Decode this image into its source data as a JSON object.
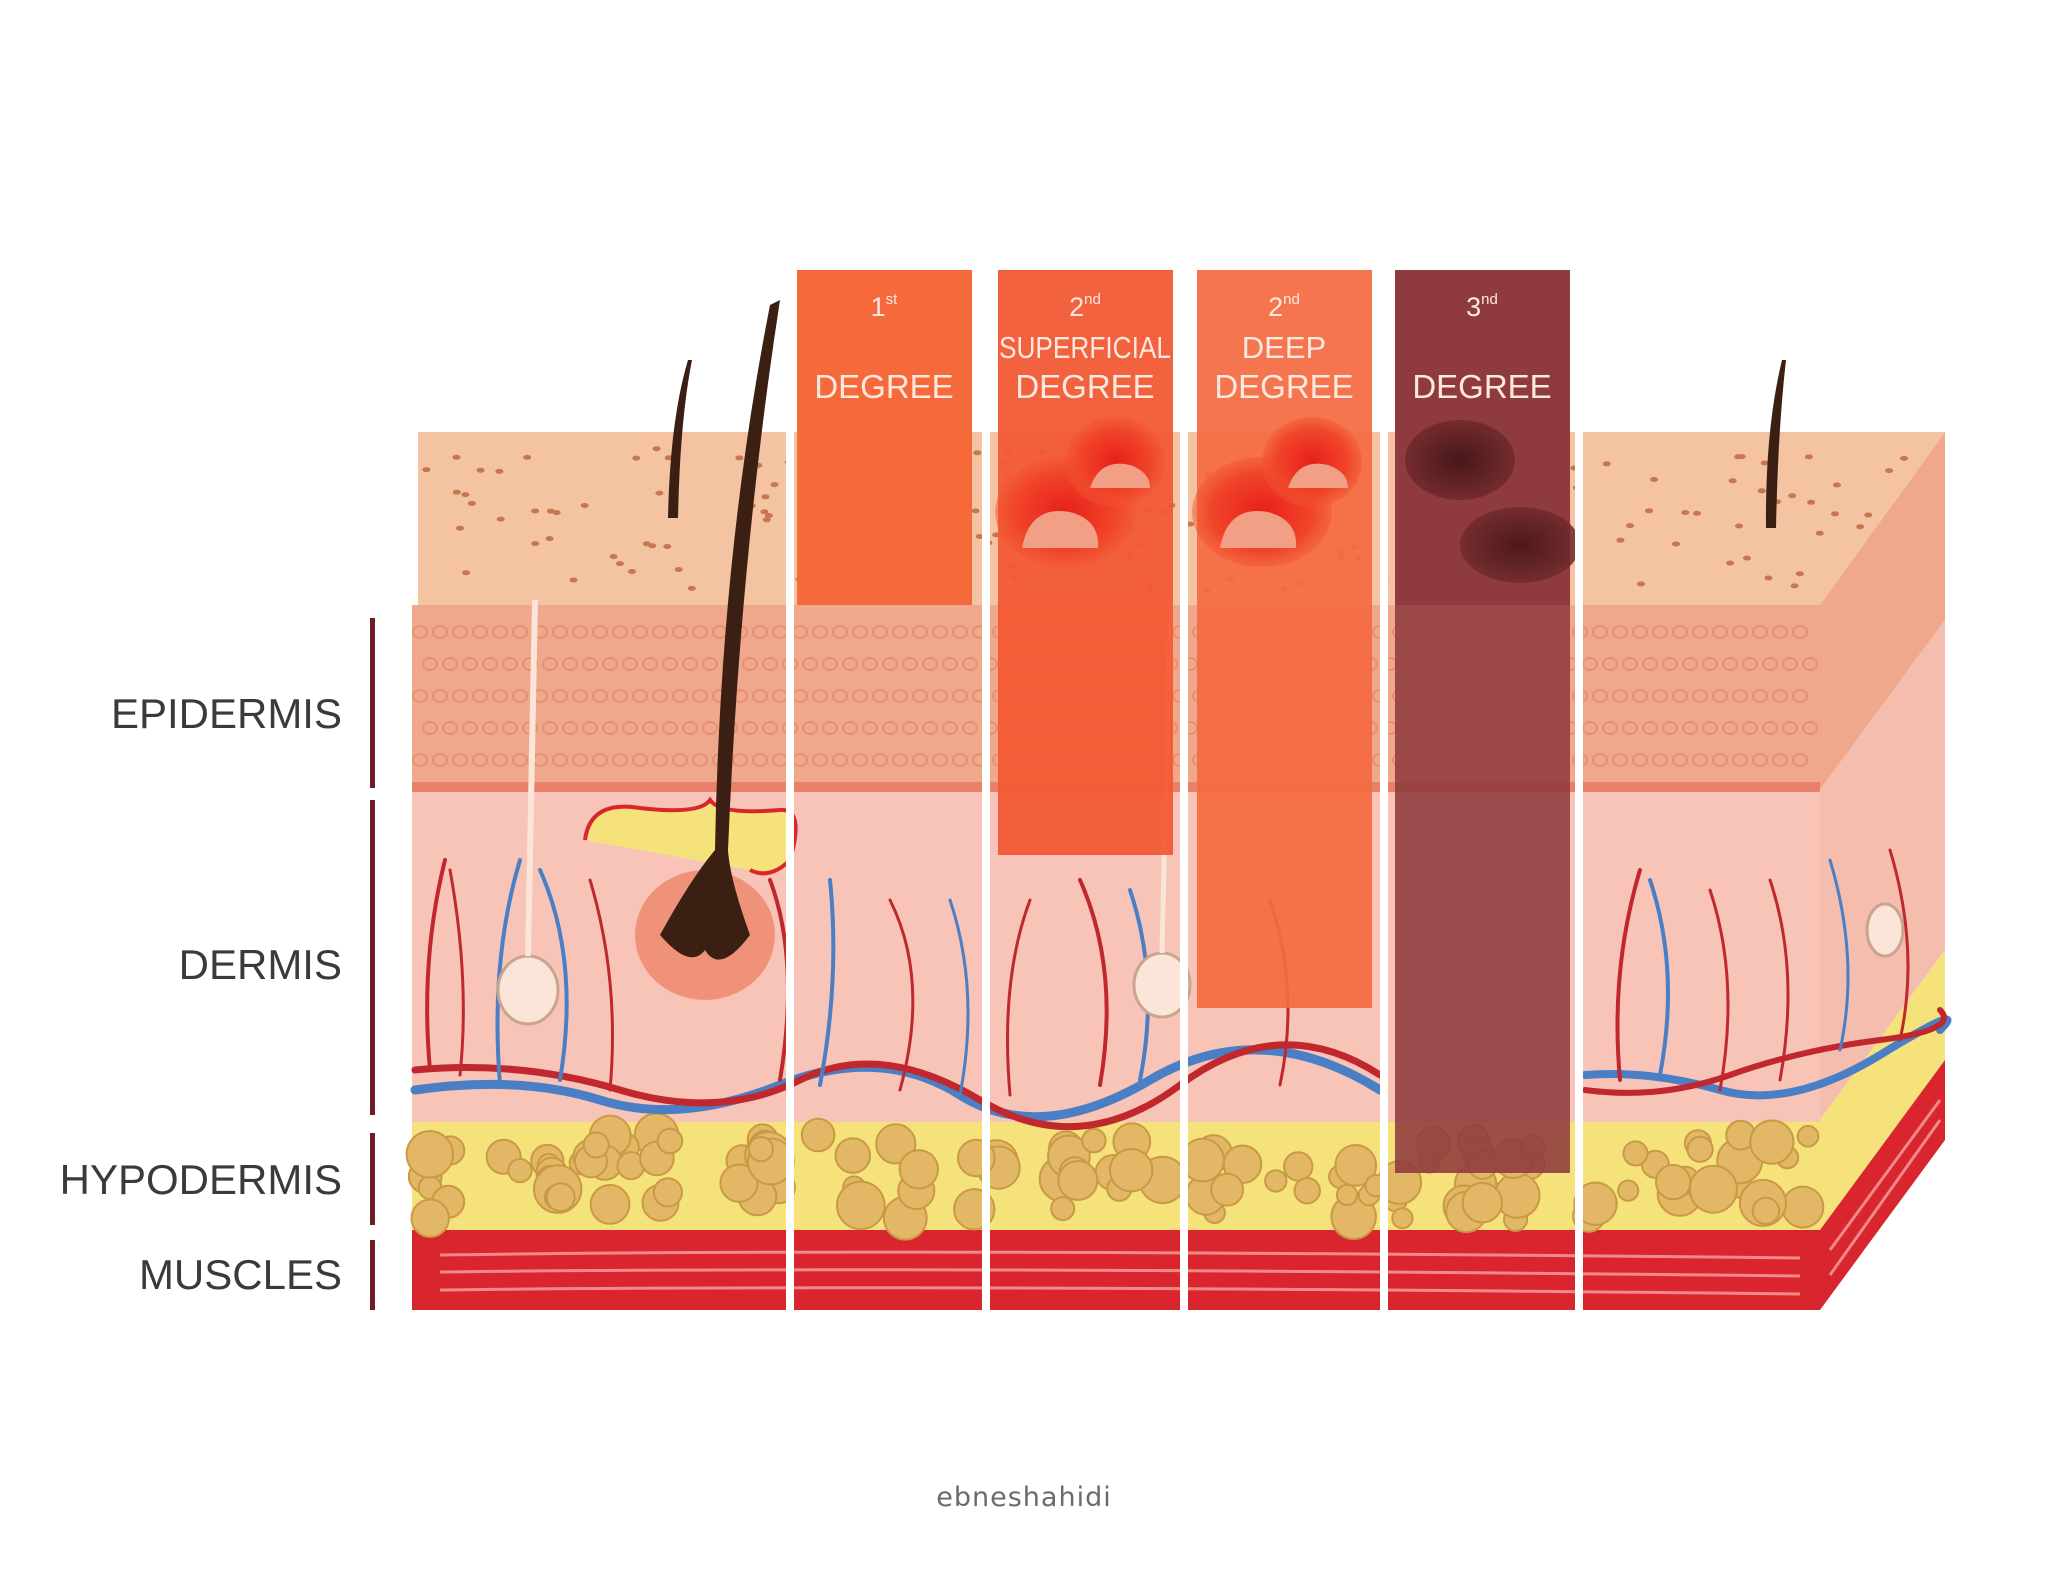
{
  "layers": [
    {
      "label": "EPIDERMIS"
    },
    {
      "label": "DERMIS"
    },
    {
      "label": "HYPODERMIS"
    },
    {
      "label": "MUSCLES"
    }
  ],
  "burns": [
    {
      "num": "1",
      "sup": "st",
      "line2": "",
      "line3": "DEGREE",
      "color": "#f5693a"
    },
    {
      "num": "2",
      "sup": "nd",
      "line2": "SUPERFICIAL",
      "line3": "DEGREE",
      "color": "#f25a35"
    },
    {
      "num": "2",
      "sup": "nd",
      "line2": "DEEP",
      "line3": "DEGREE",
      "color": "#f46b42"
    },
    {
      "num": "3",
      "sup": "nd",
      "line2": "",
      "line3": "DEGREE",
      "color": "#8e3a3e"
    }
  ],
  "footer": "ebneshahidi",
  "colors": {
    "skin_top": "#f3c3a2",
    "epidermis": "#f0a88c",
    "dermis": "#f7c4b7",
    "hypodermis": "#f6e27a",
    "fat_cell": "#e2b766",
    "muscle": "#d9262e",
    "vein": "#4a7fc6",
    "artery": "#c0282e",
    "hair": "#3b1f12"
  }
}
